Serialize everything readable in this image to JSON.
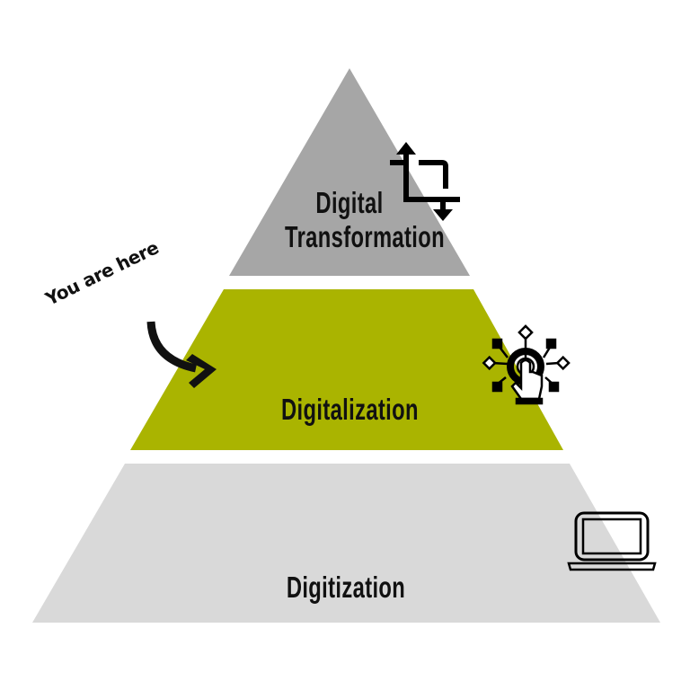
{
  "diagram": {
    "type": "pyramid",
    "tiers": [
      {
        "label_line1": "Digital",
        "label_line2": "Transformation",
        "color": "#a6a6a6",
        "icon": "crop-rotate-icon"
      },
      {
        "label": "Digitalization",
        "color": "#aab400",
        "icon": "gear-hand-network-icon",
        "highlighted": true
      },
      {
        "label": "Digitization",
        "color": "#d9d9d9",
        "icon": "laptop-icon"
      }
    ],
    "annotation": {
      "text": "You are here",
      "points_to": "Digitalization",
      "icon": "curved-arrow-icon"
    }
  }
}
